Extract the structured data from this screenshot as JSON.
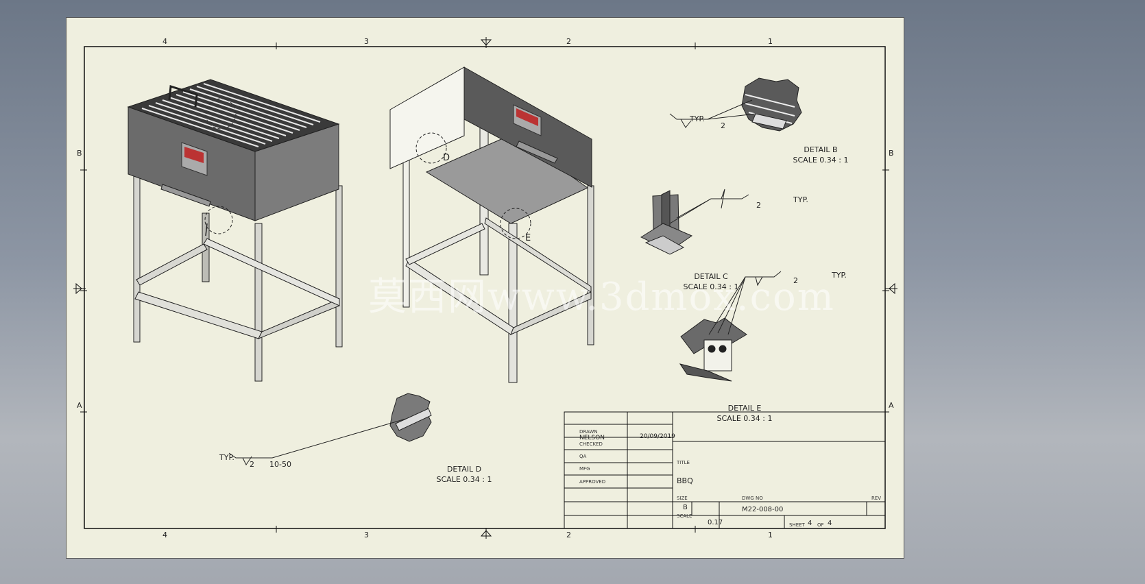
{
  "drawing": {
    "zone_columns": [
      "4",
      "3",
      "2",
      "1"
    ],
    "zone_rows": [
      "B",
      "A"
    ],
    "details": [
      {
        "id": "b",
        "title": "DETAIL  B",
        "scale": "SCALE 0.34 : 1"
      },
      {
        "id": "c",
        "title": "DETAIL  C",
        "scale": "SCALE 0.34 : 1"
      },
      {
        "id": "d",
        "title": "DETAIL  D",
        "scale": "SCALE 0.34 : 1"
      },
      {
        "id": "e",
        "title": "DETAIL  E",
        "scale": "SCALE 0.34 : 1"
      }
    ],
    "callout_letters": {
      "d": "D",
      "e": "E"
    },
    "weld_symbols": {
      "typ": "TYP.",
      "weld_size": "2",
      "weld_pitch": "10-50"
    },
    "watermark": "莫西网www.3dmox.com"
  },
  "title_block": {
    "drawn_label": "DRAWN",
    "drawn_by": "NELSON",
    "drawn_date": "20/09/2019",
    "checked_label": "CHECKED",
    "qa_label": "QA",
    "mfg_label": "MFG",
    "approved_label": "APPROVED",
    "title_label": "TITLE",
    "title": "BBQ",
    "size_label": "SIZE",
    "size": "B",
    "dwg_no_label": "DWG NO",
    "dwg_no": "M22-008-00",
    "rev_label": "REV",
    "scale_label": "SCALE",
    "scale": "0.17",
    "sheet_label": "SHEET",
    "sheet_num": "4",
    "of_label": "OF",
    "sheet_total": "4"
  }
}
